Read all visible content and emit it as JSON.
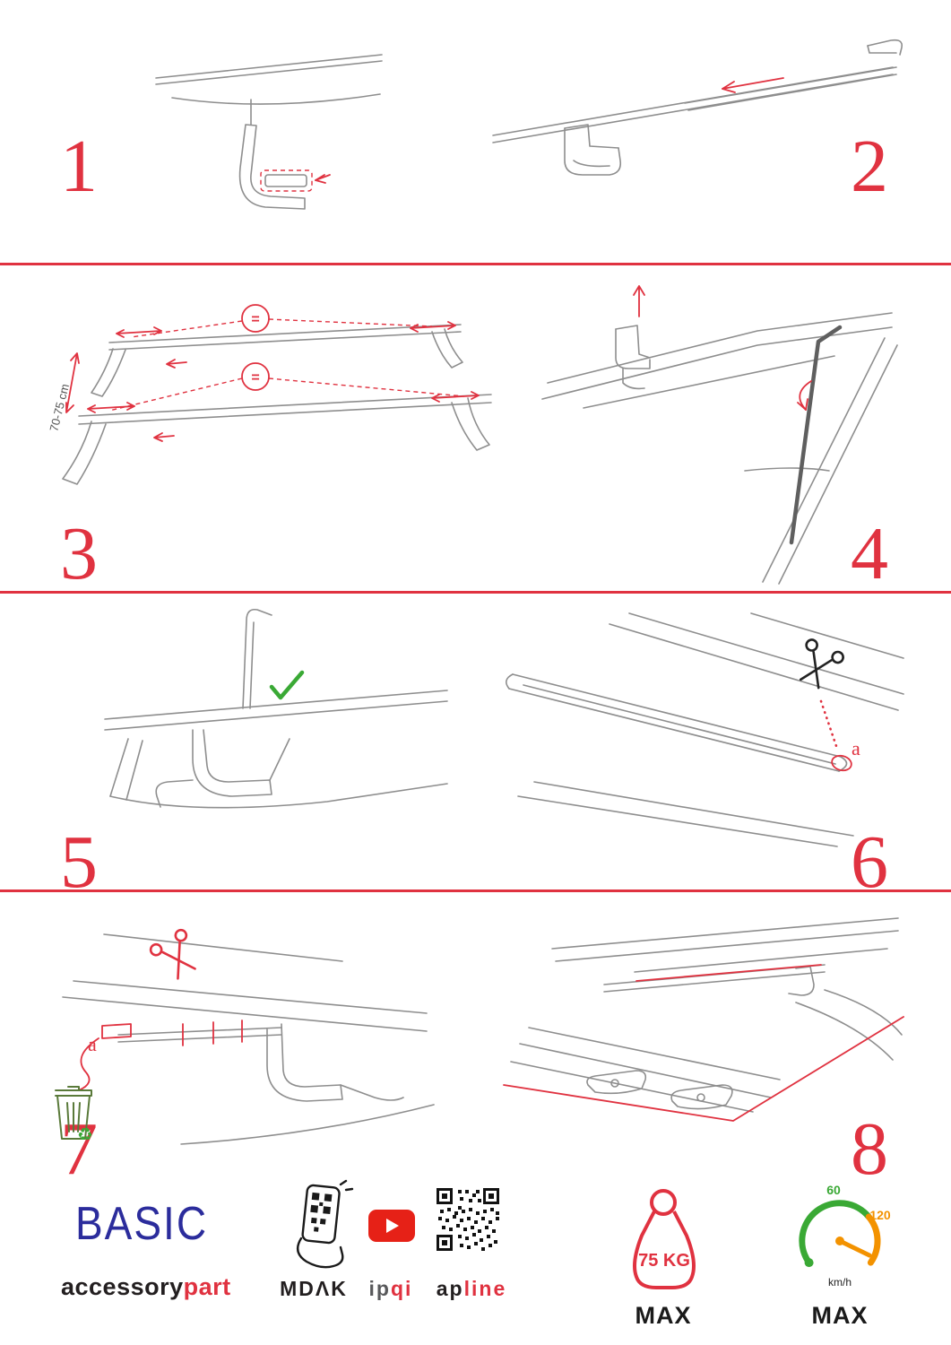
{
  "steps": {
    "s1": {
      "number": "1"
    },
    "s2": {
      "number": "2"
    },
    "s3": {
      "number": "3",
      "dimension": "70-75 cm",
      "equals": "="
    },
    "s4": {
      "number": "4"
    },
    "s5": {
      "number": "5"
    },
    "s6": {
      "number": "6",
      "cut_label": "a"
    },
    "s7": {
      "number": "7",
      "cut_label": "a"
    },
    "s8": {
      "number": "8"
    }
  },
  "footer": {
    "brand": "BASIC",
    "brand_sub_black": "accessory",
    "brand_sub_red": "part",
    "partner_mdak": "MDΛK",
    "partner_ipqi_gray": "ip",
    "partner_ipqi_red": "qi",
    "partner_apline_black": "ap",
    "partner_apline_red": "line",
    "weight_limit": "75 KG",
    "weight_max_label": "MAX",
    "speed_tick_low": "60",
    "speed_tick_high": "120",
    "speed_unit": "km/h",
    "speed_max_label": "MAX"
  },
  "icons": {
    "scissors_step6": "scissors-icon",
    "scissors_step7": "scissors-icon-red",
    "checkmark_step5": "checkmark-icon",
    "trash_bin_step7": "trash-bin-icon",
    "recycle": "♻",
    "phone_scan": "phone-qr-scan-icon",
    "youtube_play": "youtube-play-icon",
    "qr_code": "qr-code-icon",
    "weight": "weight-icon",
    "speedometer": "speedometer-icon",
    "allen_key": "allen-key-icon"
  },
  "colors": {
    "accent_red": "#e03240",
    "brand_blue": "#2b2c9c",
    "check_green": "#3aa935",
    "gauge_orange": "#f39200",
    "youtube_red": "#e62117",
    "ink_gray": "#8e8e8e"
  }
}
